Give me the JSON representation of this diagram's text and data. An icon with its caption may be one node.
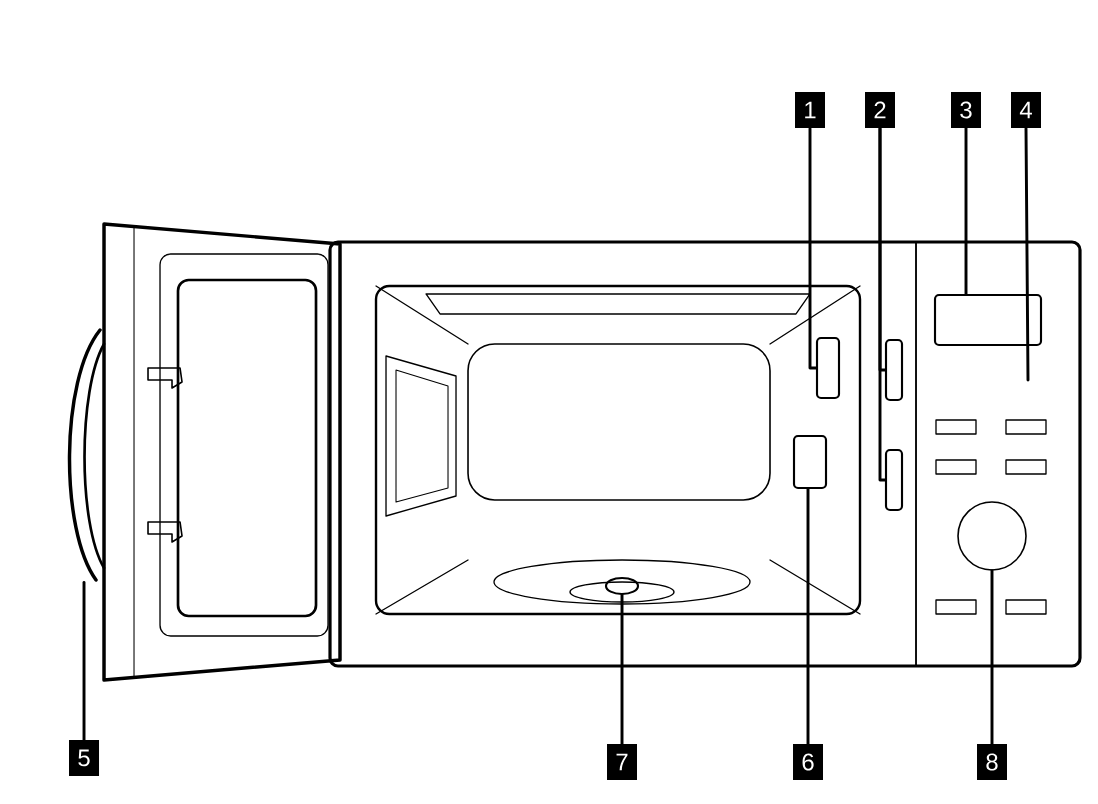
{
  "diagram": {
    "nodes": [
      {
        "text": [
          "1"
        ]
      },
      {
        "text": [
          "2"
        ]
      },
      {
        "text": [
          "3"
        ]
      },
      {
        "text": [
          "4"
        ]
      },
      {
        "text": [
          "5"
        ]
      },
      {
        "text": [
          "7"
        ]
      },
      {
        "text": [
          "6"
        ]
      },
      {
        "text": [
          "8"
        ]
      },
      {
        "text": [],
        "shape": "box"
      },
      {
        "text": [],
        "shape": "box"
      },
      {
        "text": [],
        "shape": "box"
      },
      {
        "text": [],
        "shape": "box"
      },
      {
        "text": [],
        "shape": "handle"
      },
      {
        "text": [],
        "shape": "box"
      },
      {
        "text": [],
        "shape": "ellipse"
      },
      {
        "text": [],
        "shape": "circle"
      }
    ],
    "edges": [
      {
        "from": 0,
        "to": 8,
        "arrow": "none"
      },
      {
        "from": 1,
        "to": 9,
        "arrow": "none"
      },
      {
        "from": 1,
        "to": 10,
        "arrow": "none"
      },
      {
        "from": 2,
        "to": 11,
        "arrow": "none"
      },
      {
        "from": 3,
        "to": null,
        "arrow": "none"
      },
      {
        "from": 4,
        "to": 12,
        "arrow": "none"
      },
      {
        "from": 6,
        "to": 13,
        "arrow": "none"
      },
      {
        "from": 5,
        "to": 14,
        "arrow": "none"
      },
      {
        "from": 7,
        "to": 15,
        "arrow": "none"
      }
    ]
  }
}
